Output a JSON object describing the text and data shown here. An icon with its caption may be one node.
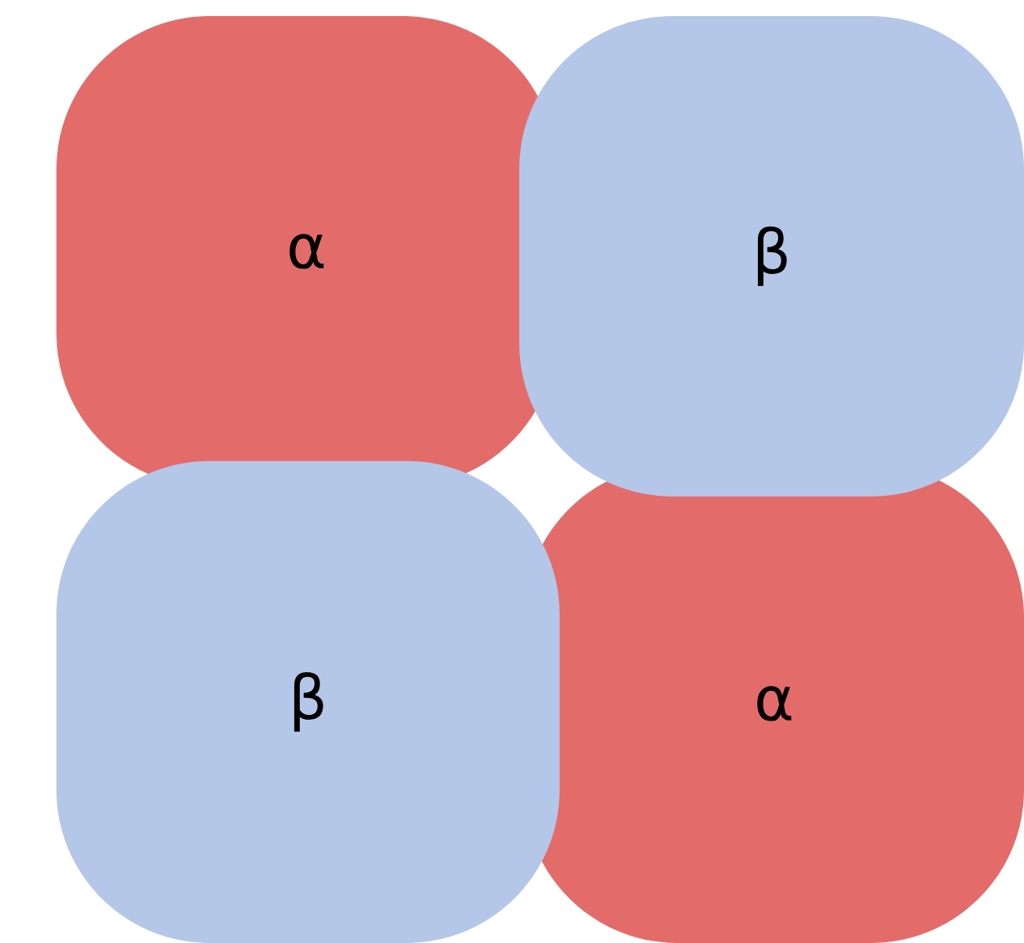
{
  "diagram": {
    "nodes": [
      {
        "text": [
          "α"
        ]
      },
      {
        "text": [
          "β"
        ]
      },
      {
        "text": [
          "β"
        ]
      },
      {
        "text": [
          "α"
        ]
      }
    ]
  }
}
